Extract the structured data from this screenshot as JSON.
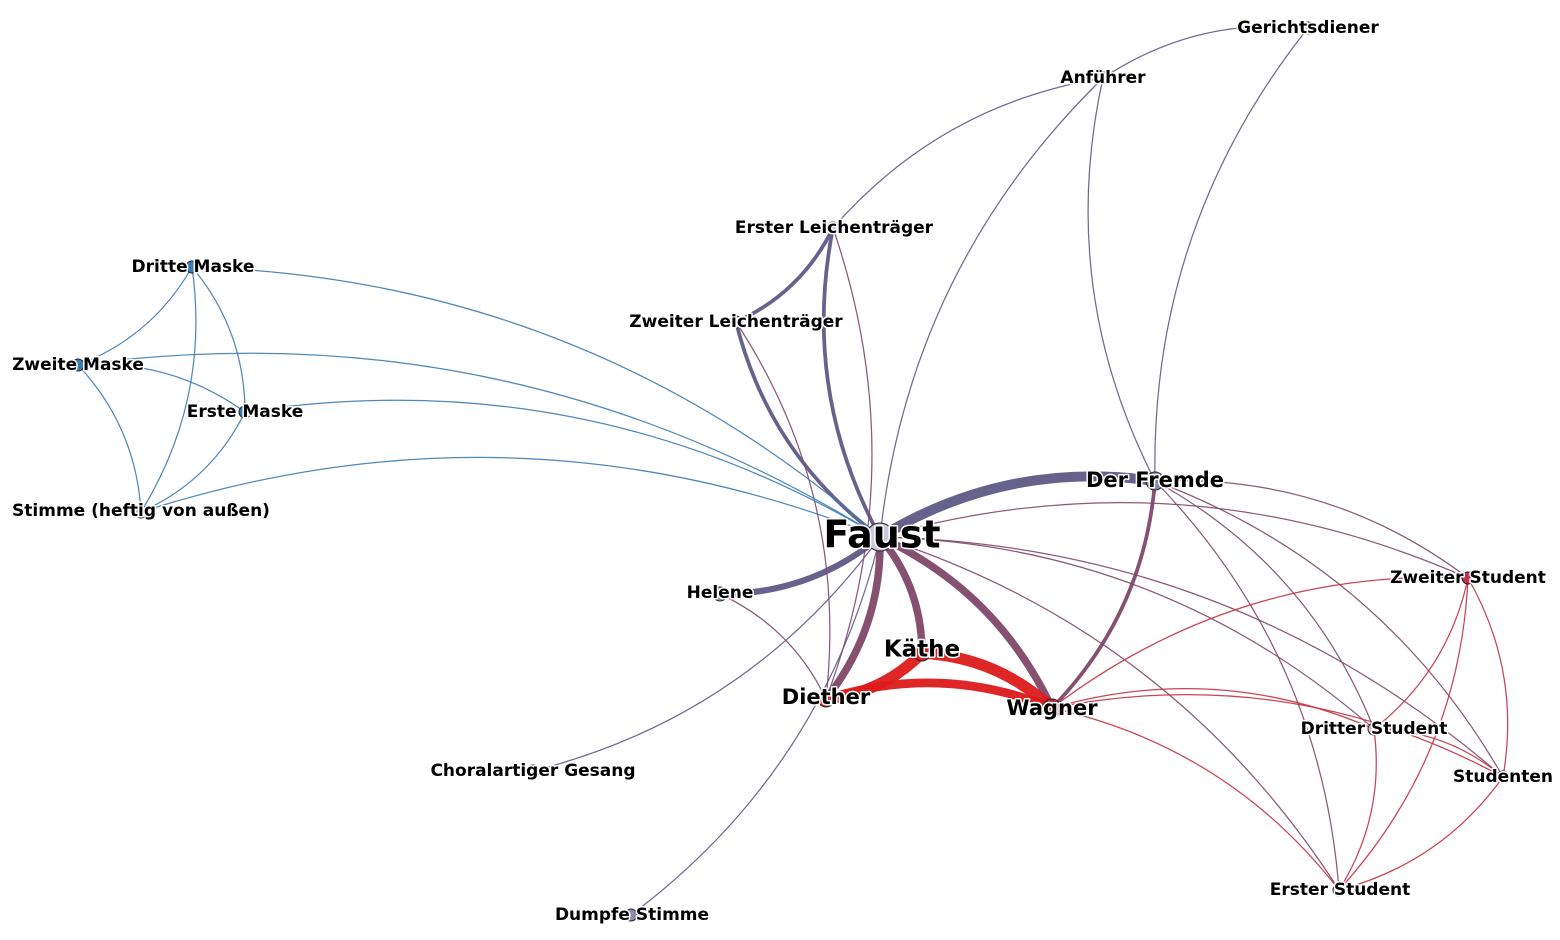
{
  "network": {
    "colors": {
      "blue": "#3b7bb5",
      "purple": "#5f5a86",
      "mauve": "#7f4868",
      "red": "#c43040",
      "bright_red": "#dd1a1a"
    },
    "nodes": [
      {
        "id": "faust",
        "label": "Faust",
        "fill": "#c9c6de"
      },
      {
        "id": "der-fremde",
        "label": "Der Fremde",
        "fill": "#8e8ab0"
      },
      {
        "id": "kaethe",
        "label": "Käthe",
        "fill": "#e02020"
      },
      {
        "id": "diether",
        "label": "Diether",
        "fill": "#e02020"
      },
      {
        "id": "wagner",
        "label": "Wagner",
        "fill": "#c03040"
      },
      {
        "id": "helene",
        "label": "Helene",
        "fill": "#8e8ab0"
      },
      {
        "id": "erster-leichentraeger",
        "label": "Erster Leichenträger",
        "fill": "#c9c6de"
      },
      {
        "id": "zweiter-leichentraeger",
        "label": "Zweiter Leichenträger",
        "fill": "#c9c6de"
      },
      {
        "id": "anfuehrer",
        "label": "Anführer",
        "fill": "#c9c6de"
      },
      {
        "id": "gerichtsdiener",
        "label": "Gerichtsdiener",
        "fill": "#c9c6de"
      },
      {
        "id": "dritte-maske",
        "label": "Dritte Maske",
        "fill": "#3b7bb5"
      },
      {
        "id": "zweite-maske",
        "label": "Zweite Maske",
        "fill": "#3b7bb5"
      },
      {
        "id": "erste-maske",
        "label": "Erste Maske",
        "fill": "#3b7bb5"
      },
      {
        "id": "stimme",
        "label": "Stimme (heftig von außen)",
        "fill": "#9ec0e0"
      },
      {
        "id": "choralartiger-gesang",
        "label": "Choralartiger Gesang",
        "fill": "#c9c6de"
      },
      {
        "id": "dumpfe-stimme",
        "label": "Dumpfe Stimme",
        "fill": "#8e8ab0"
      },
      {
        "id": "zweiter-student",
        "label": "Zweiter Student",
        "fill": "#c03050"
      },
      {
        "id": "dritter-student",
        "label": "Dritter Student",
        "fill": "#e6b8c0"
      },
      {
        "id": "studenten",
        "label": "Studenten",
        "fill": "#e6b8c0"
      },
      {
        "id": "erster-student",
        "label": "Erster Student",
        "fill": "#e6b8c0"
      }
    ],
    "edges": [
      {
        "source": "faust",
        "target": "der-fremde",
        "weight": 8,
        "color": "purple"
      },
      {
        "source": "faust",
        "target": "kaethe",
        "weight": 6,
        "color": "mauve"
      },
      {
        "source": "faust",
        "target": "diether",
        "weight": 6,
        "color": "mauve"
      },
      {
        "source": "faust",
        "target": "wagner",
        "weight": 6,
        "color": "mauve"
      },
      {
        "source": "faust",
        "target": "helene",
        "weight": 5,
        "color": "purple"
      },
      {
        "source": "faust",
        "target": "erster-leichentraeger",
        "weight": 3,
        "color": "purple"
      },
      {
        "source": "faust",
        "target": "zweiter-leichentraeger",
        "weight": 3,
        "color": "purple"
      },
      {
        "source": "erster-leichentraeger",
        "target": "zweiter-leichentraeger",
        "weight": 3,
        "color": "purple"
      },
      {
        "source": "kaethe",
        "target": "diether",
        "weight": 9,
        "color": "bright_red"
      },
      {
        "source": "kaethe",
        "target": "wagner",
        "weight": 9,
        "color": "bright_red"
      },
      {
        "source": "diether",
        "target": "wagner",
        "weight": 7,
        "color": "bright_red"
      },
      {
        "source": "der-fremde",
        "target": "wagner",
        "weight": 3,
        "color": "mauve"
      },
      {
        "source": "faust",
        "target": "anfuehrer",
        "weight": 1,
        "color": "purple"
      },
      {
        "source": "erster-leichentraeger",
        "target": "anfuehrer",
        "weight": 1,
        "color": "purple"
      },
      {
        "source": "der-fremde",
        "target": "anfuehrer",
        "weight": 1,
        "color": "purple"
      },
      {
        "source": "anfuehrer",
        "target": "gerichtsdiener",
        "weight": 1,
        "color": "purple"
      },
      {
        "source": "der-fremde",
        "target": "gerichtsdiener",
        "weight": 1,
        "color": "purple"
      },
      {
        "source": "erster-leichentraeger",
        "target": "diether",
        "weight": 1,
        "color": "mauve"
      },
      {
        "source": "zweiter-leichentraeger",
        "target": "diether",
        "weight": 1,
        "color": "mauve"
      },
      {
        "source": "helene",
        "target": "diether",
        "weight": 1,
        "color": "mauve"
      },
      {
        "source": "faust",
        "target": "choralartiger-gesang",
        "weight": 1,
        "color": "purple"
      },
      {
        "source": "faust",
        "target": "dumpfe-stimme",
        "weight": 1,
        "color": "purple"
      },
      {
        "source": "dritte-maske",
        "target": "zweite-maske",
        "weight": 1,
        "color": "blue"
      },
      {
        "source": "dritte-maske",
        "target": "erste-maske",
        "weight": 1,
        "color": "blue"
      },
      {
        "source": "dritte-maske",
        "target": "stimme",
        "weight": 1,
        "color": "blue"
      },
      {
        "source": "zweite-maske",
        "target": "erste-maske",
        "weight": 1,
        "color": "blue"
      },
      {
        "source": "zweite-maske",
        "target": "stimme",
        "weight": 1,
        "color": "blue"
      },
      {
        "source": "erste-maske",
        "target": "stimme",
        "weight": 1,
        "color": "blue"
      },
      {
        "source": "dritte-maske",
        "target": "faust",
        "weight": 1,
        "color": "blue"
      },
      {
        "source": "zweite-maske",
        "target": "faust",
        "weight": 1,
        "color": "blue"
      },
      {
        "source": "erste-maske",
        "target": "faust",
        "weight": 1,
        "color": "blue"
      },
      {
        "source": "stimme",
        "target": "faust",
        "weight": 1,
        "color": "blue"
      },
      {
        "source": "faust",
        "target": "zweiter-student",
        "weight": 1,
        "color": "mauve"
      },
      {
        "source": "faust",
        "target": "dritter-student",
        "weight": 1,
        "color": "mauve"
      },
      {
        "source": "faust",
        "target": "studenten",
        "weight": 1,
        "color": "mauve"
      },
      {
        "source": "faust",
        "target": "erster-student",
        "weight": 1,
        "color": "mauve"
      },
      {
        "source": "der-fremde",
        "target": "zweiter-student",
        "weight": 1,
        "color": "mauve"
      },
      {
        "source": "der-fremde",
        "target": "dritter-student",
        "weight": 1,
        "color": "mauve"
      },
      {
        "source": "der-fremde",
        "target": "studenten",
        "weight": 1,
        "color": "mauve"
      },
      {
        "source": "der-fremde",
        "target": "erster-student",
        "weight": 1,
        "color": "mauve"
      },
      {
        "source": "wagner",
        "target": "zweiter-student",
        "weight": 1,
        "color": "red"
      },
      {
        "source": "wagner",
        "target": "dritter-student",
        "weight": 1,
        "color": "red"
      },
      {
        "source": "wagner",
        "target": "studenten",
        "weight": 1,
        "color": "red"
      },
      {
        "source": "wagner",
        "target": "erster-student",
        "weight": 1,
        "color": "red"
      },
      {
        "source": "zweiter-student",
        "target": "dritter-student",
        "weight": 1,
        "color": "red"
      },
      {
        "source": "zweiter-student",
        "target": "studenten",
        "weight": 1,
        "color": "red"
      },
      {
        "source": "zweiter-student",
        "target": "erster-student",
        "weight": 1,
        "color": "red"
      },
      {
        "source": "dritter-student",
        "target": "studenten",
        "weight": 1,
        "color": "red"
      },
      {
        "source": "dritter-student",
        "target": "erster-student",
        "weight": 1,
        "color": "red"
      },
      {
        "source": "studenten",
        "target": "erster-student",
        "weight": 1,
        "color": "red"
      }
    ]
  }
}
